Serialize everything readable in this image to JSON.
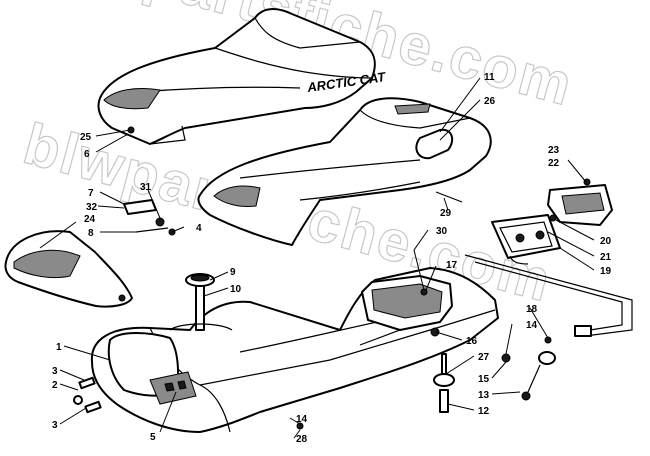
{
  "watermark": "blwpartsfiche.com",
  "brand_text": "ARCTIC CAT",
  "callouts": {
    "c1": "1",
    "c2": "2",
    "c3a": "3",
    "c3b": "3",
    "c4": "4",
    "c5": "5",
    "c6": "6",
    "c7": "7",
    "c8": "8",
    "c9": "9",
    "c10": "10",
    "c11": "11",
    "c12": "12",
    "c13": "13",
    "c14a": "14",
    "c14b": "14",
    "c15": "15",
    "c16": "16",
    "c17": "17",
    "c18": "18",
    "c19": "19",
    "c20": "20",
    "c21": "21",
    "c22": "22",
    "c23": "23",
    "c24": "24",
    "c25": "25",
    "c26": "26",
    "c27": "27",
    "c28": "28",
    "c29": "29",
    "c30": "30",
    "c31": "31",
    "c32": "32"
  }
}
